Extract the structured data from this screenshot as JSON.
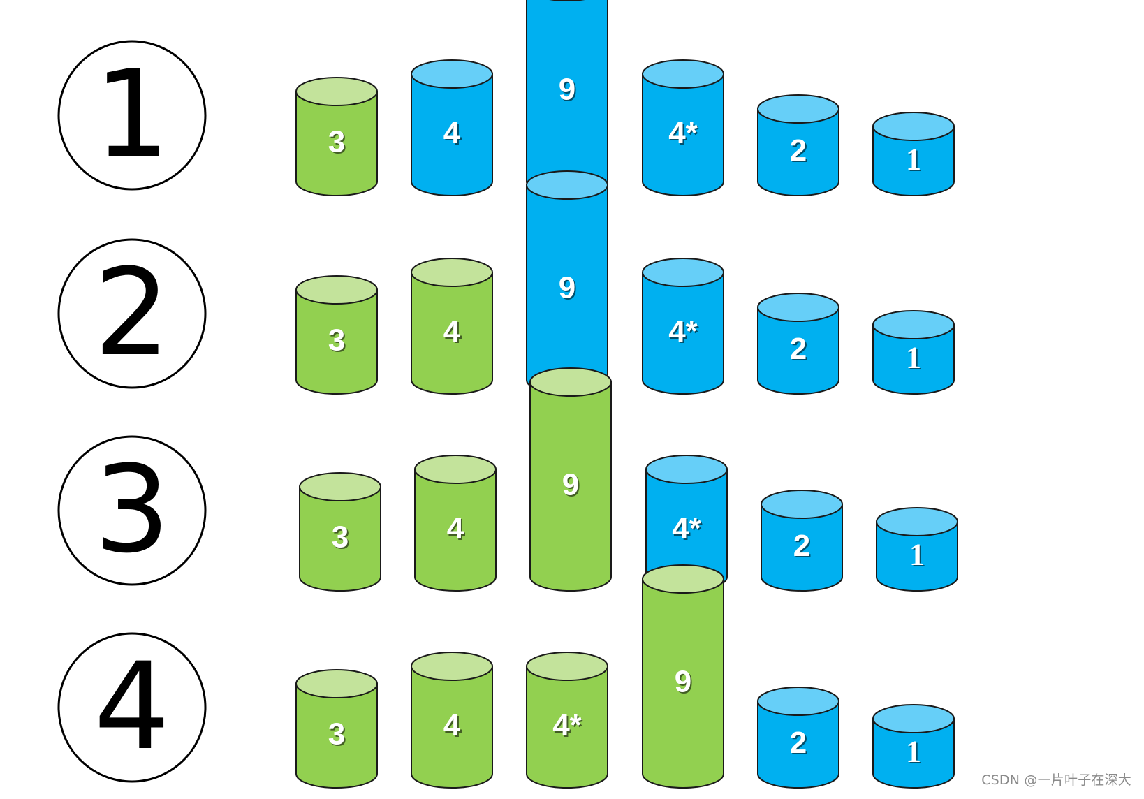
{
  "colors": {
    "sorted_body": "#92d050",
    "sorted_top": "#c3e39b",
    "unsorted_body": "#00b0f0",
    "unsorted_top": "#66cff8",
    "outline": "#1a1a1a",
    "label": "#ffffff",
    "background": "#ffffff"
  },
  "steps": [
    {
      "marker": "1",
      "cylinders": [
        {
          "label": "3",
          "value": 3,
          "state": "sorted"
        },
        {
          "label": "4",
          "value": 4,
          "state": "unsorted"
        },
        {
          "label": "9",
          "value": 9,
          "state": "unsorted"
        },
        {
          "label": "4*",
          "value": 4,
          "state": "unsorted"
        },
        {
          "label": "2",
          "value": 2,
          "state": "unsorted"
        },
        {
          "label": "1",
          "value": 1,
          "state": "unsorted"
        }
      ]
    },
    {
      "marker": "2",
      "cylinders": [
        {
          "label": "3",
          "value": 3,
          "state": "sorted"
        },
        {
          "label": "4",
          "value": 4,
          "state": "sorted"
        },
        {
          "label": "9",
          "value": 9,
          "state": "unsorted"
        },
        {
          "label": "4*",
          "value": 4,
          "state": "unsorted"
        },
        {
          "label": "2",
          "value": 2,
          "state": "unsorted"
        },
        {
          "label": "1",
          "value": 1,
          "state": "unsorted"
        }
      ]
    },
    {
      "marker": "3",
      "cylinders": [
        {
          "label": "3",
          "value": 3,
          "state": "sorted"
        },
        {
          "label": "4",
          "value": 4,
          "state": "sorted"
        },
        {
          "label": "9",
          "value": 9,
          "state": "sorted"
        },
        {
          "label": "4*",
          "value": 4,
          "state": "unsorted"
        },
        {
          "label": "2",
          "value": 2,
          "state": "unsorted"
        },
        {
          "label": "1",
          "value": 1,
          "state": "unsorted"
        }
      ]
    },
    {
      "marker": "4",
      "cylinders": [
        {
          "label": "3",
          "value": 3,
          "state": "sorted"
        },
        {
          "label": "4",
          "value": 4,
          "state": "sorted"
        },
        {
          "label": "4*",
          "value": 4,
          "state": "sorted"
        },
        {
          "label": "9",
          "value": 9,
          "state": "sorted"
        },
        {
          "label": "2",
          "value": 2,
          "state": "unsorted"
        },
        {
          "label": "1",
          "value": 1,
          "state": "unsorted"
        }
      ]
    }
  ],
  "watermark": "CSDN @一片叶子在深大"
}
